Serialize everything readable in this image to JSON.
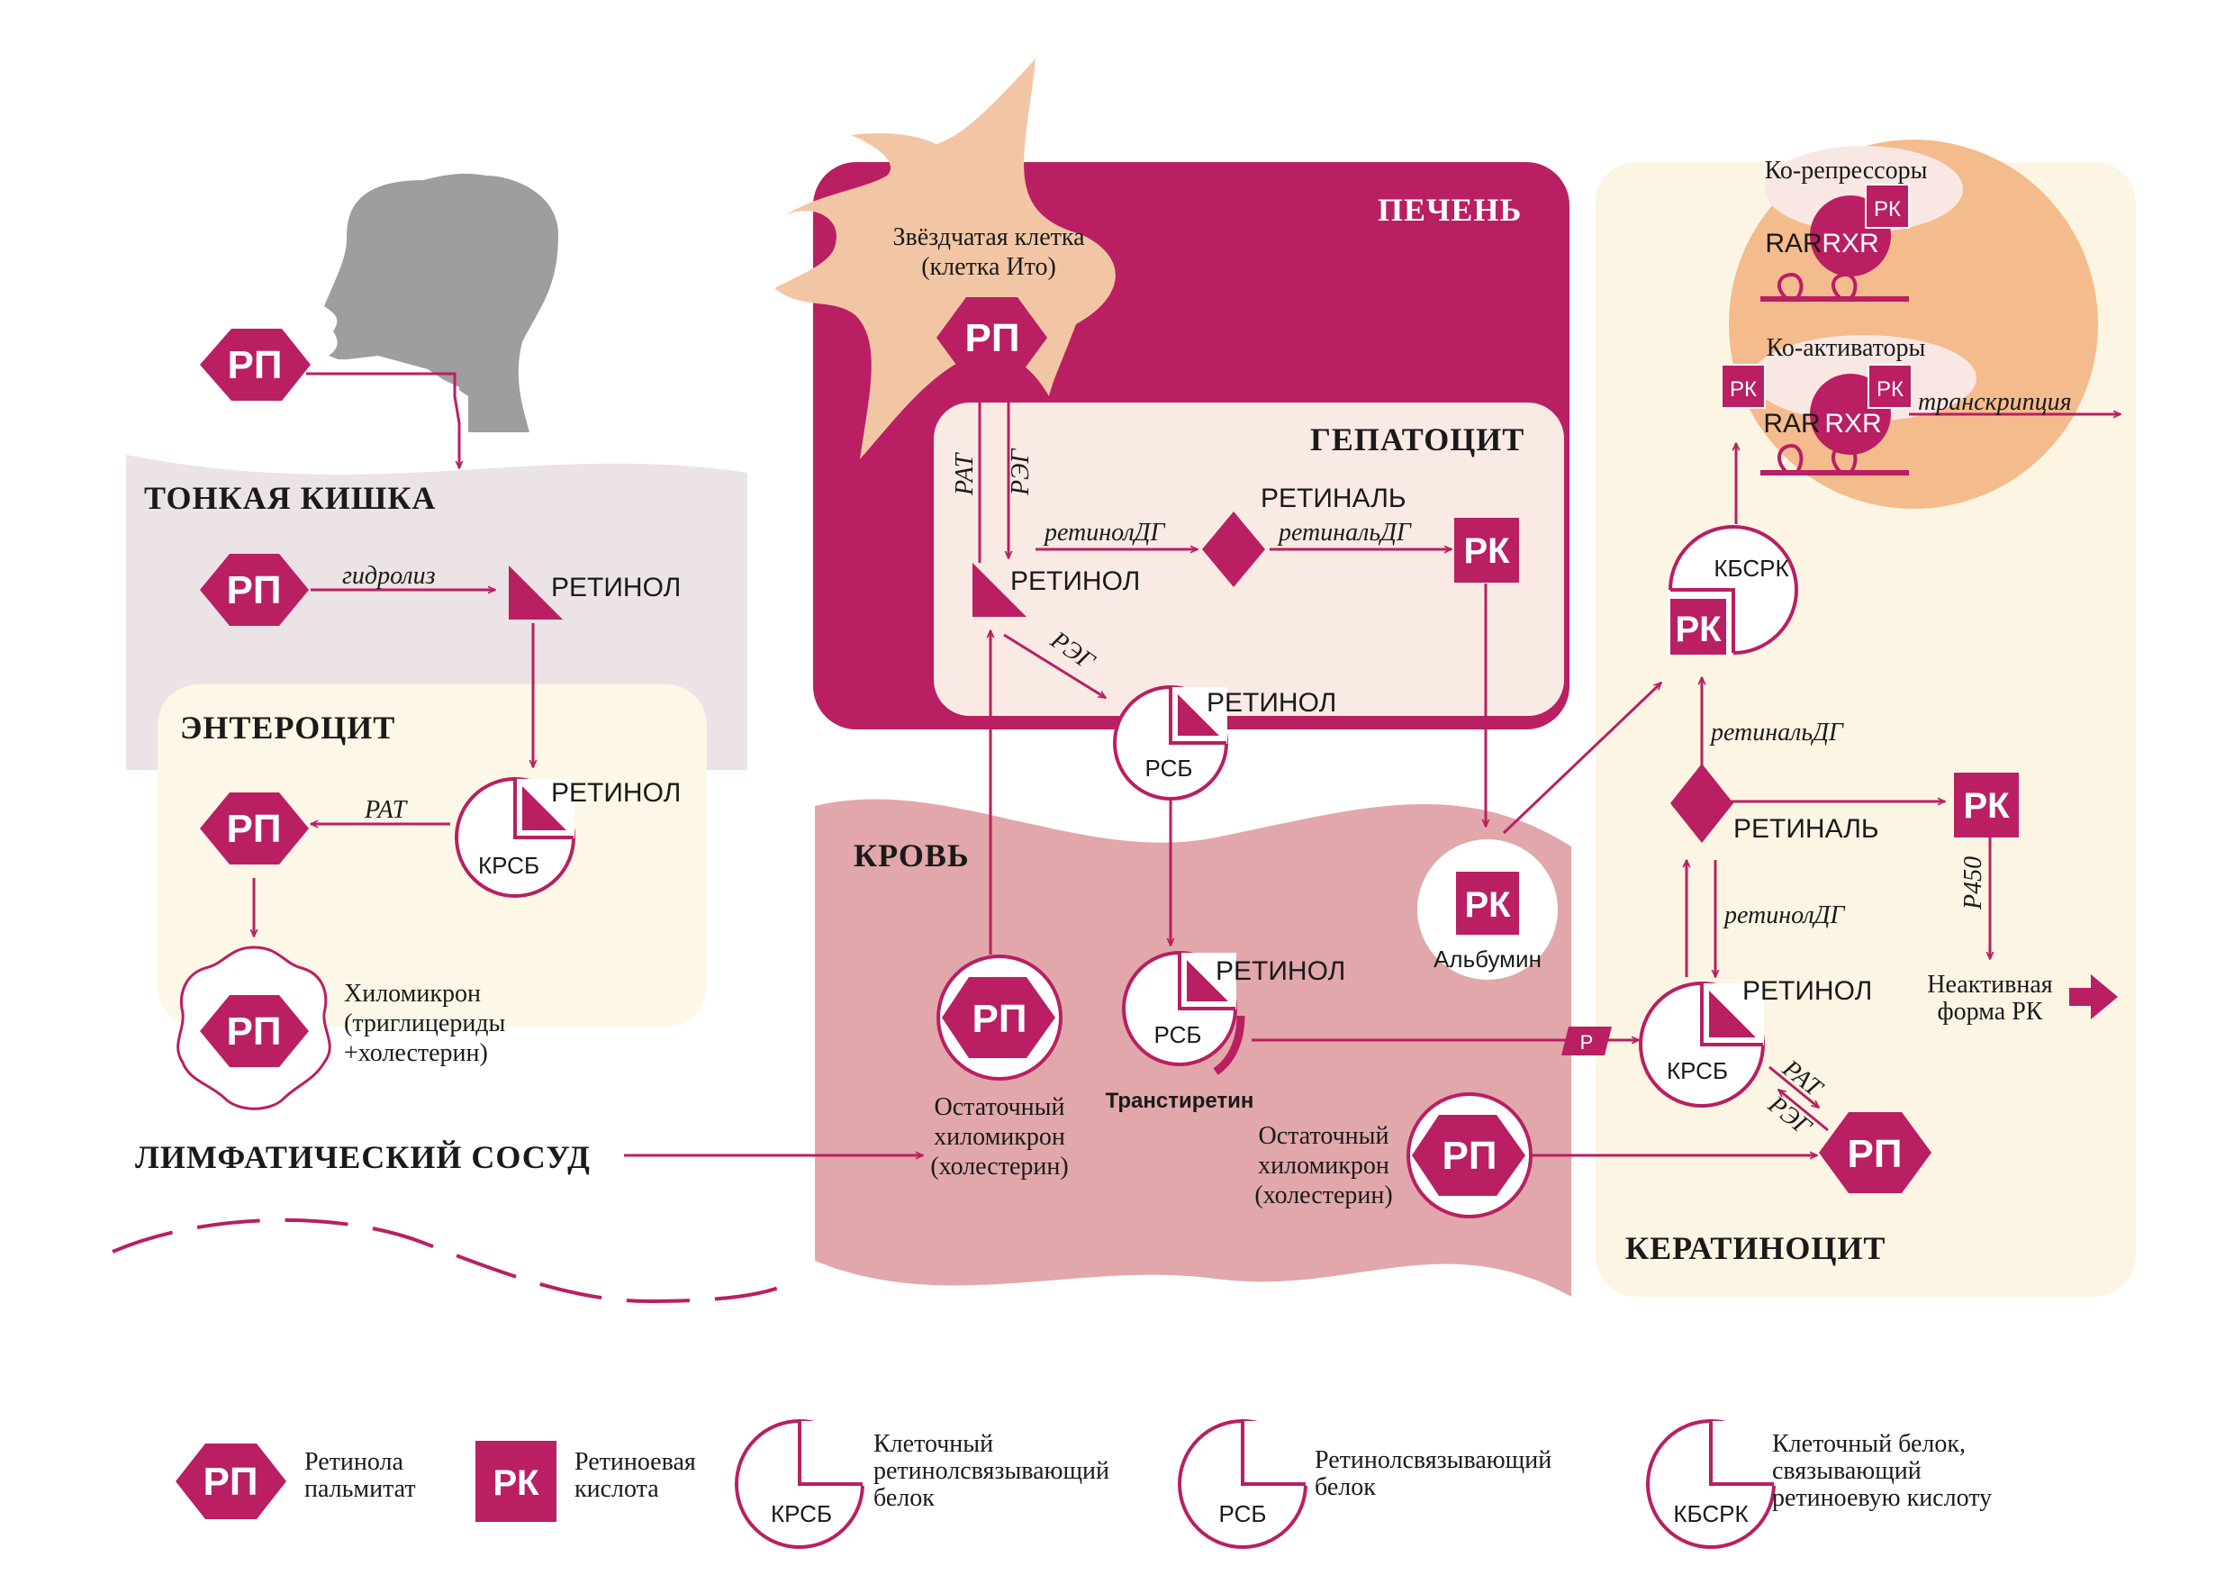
{
  "colors": {
    "magenta": "#b91f62",
    "liver": "#b91f62",
    "hepatocyte": "#f9ebe4",
    "intestine": "#ebe3e5",
    "enterocyte": "#fcf7e6",
    "blood": "#e1a7aa",
    "keratinocyte": "#fcf5e4",
    "stellate": "#f2c6a4",
    "nucleus": "#f4bb8c",
    "head": "#9e9e9e"
  },
  "icons": {
    "rp": "hexagon",
    "rk": "square",
    "retinol": "right-triangle",
    "retinal": "diamond",
    "binding_protein": "circle-with-notch"
  },
  "abbr": {
    "rp": "РП",
    "rk": "РК"
  },
  "intestine": {
    "title": "ТОНКАЯ КИШКА",
    "hydrolysis": "гидролиз",
    "retinol": "РЕТИНОЛ"
  },
  "enterocyte": {
    "title": "ЭНТЕРОЦИТ",
    "rat": "РАТ",
    "crbp": "КРСБ",
    "retinol": "РЕТИНОЛ",
    "chylomicron": [
      "Хиломикрон",
      "(триглицериды",
      "+холестерин)"
    ]
  },
  "lymph": {
    "title": "ЛИМФАТИЧЕСКИЙ СОСУД"
  },
  "liver": {
    "title": "ПЕЧЕНЬ",
    "stellate": [
      "Звёздчатая клетка",
      "(клетка Ито)"
    ]
  },
  "hepatocyte": {
    "title": "ГЕПАТОЦИТ",
    "rat": "РАТ",
    "reg": "РЭГ",
    "reg2": "РЭГ",
    "retinol_dh": "ретинолДГ",
    "retinal": "РЕТИНАЛЬ",
    "retinal_dh": "ретинальДГ",
    "retinol": "РЕТИНОЛ",
    "rbp_retinol": "РЕТИНОЛ",
    "rbp": "РСБ"
  },
  "blood": {
    "title": "КРОВЬ",
    "remnant_left": [
      "Остаточный",
      "хиломикрон",
      "(холестерин)"
    ],
    "remnant_right": [
      "Остаточный",
      "хиломикрон",
      "(холестерин)"
    ],
    "rbp": "РСБ",
    "retinol": "РЕТИНОЛ",
    "transthyretin": "Транстиретин",
    "albumin": "Альбумин",
    "receptor": "Р"
  },
  "keratinocyte": {
    "title": "КЕРАТИНОЦИТ",
    "corepressors": "Ко-репрессоры",
    "coactivators": "Ко-активаторы",
    "rar": "RAR",
    "rxr": "RXR",
    "transcription": "транскрипция",
    "crabp": "КБСРК",
    "retinal_dh": "ретинальДГ",
    "retinal": "РЕТИНАЛЬ",
    "retinol_dh": "ретинолДГ",
    "retinol": "РЕТИНОЛ",
    "crbp": "КРСБ",
    "rat": "РАТ",
    "reg": "РЭГ",
    "p450": "Р450",
    "inactive": [
      "Неактивная",
      "форма РК"
    ]
  },
  "legend": [
    {
      "symbol": "РП",
      "lines": [
        "Ретинола",
        "пальмитат"
      ]
    },
    {
      "symbol": "РК",
      "lines": [
        "Ретиноевая",
        "кислота"
      ]
    },
    {
      "symbol": "КРСБ",
      "lines": [
        "Клеточный",
        "ретинолсвязывающий",
        "белок"
      ]
    },
    {
      "symbol": "РСБ",
      "lines": [
        "Ретинолсвязывающий",
        "белок"
      ]
    },
    {
      "symbol": "КБСРК",
      "lines": [
        "Клеточный белок,",
        "связывающий",
        "ретиноевую кислоту"
      ]
    }
  ]
}
